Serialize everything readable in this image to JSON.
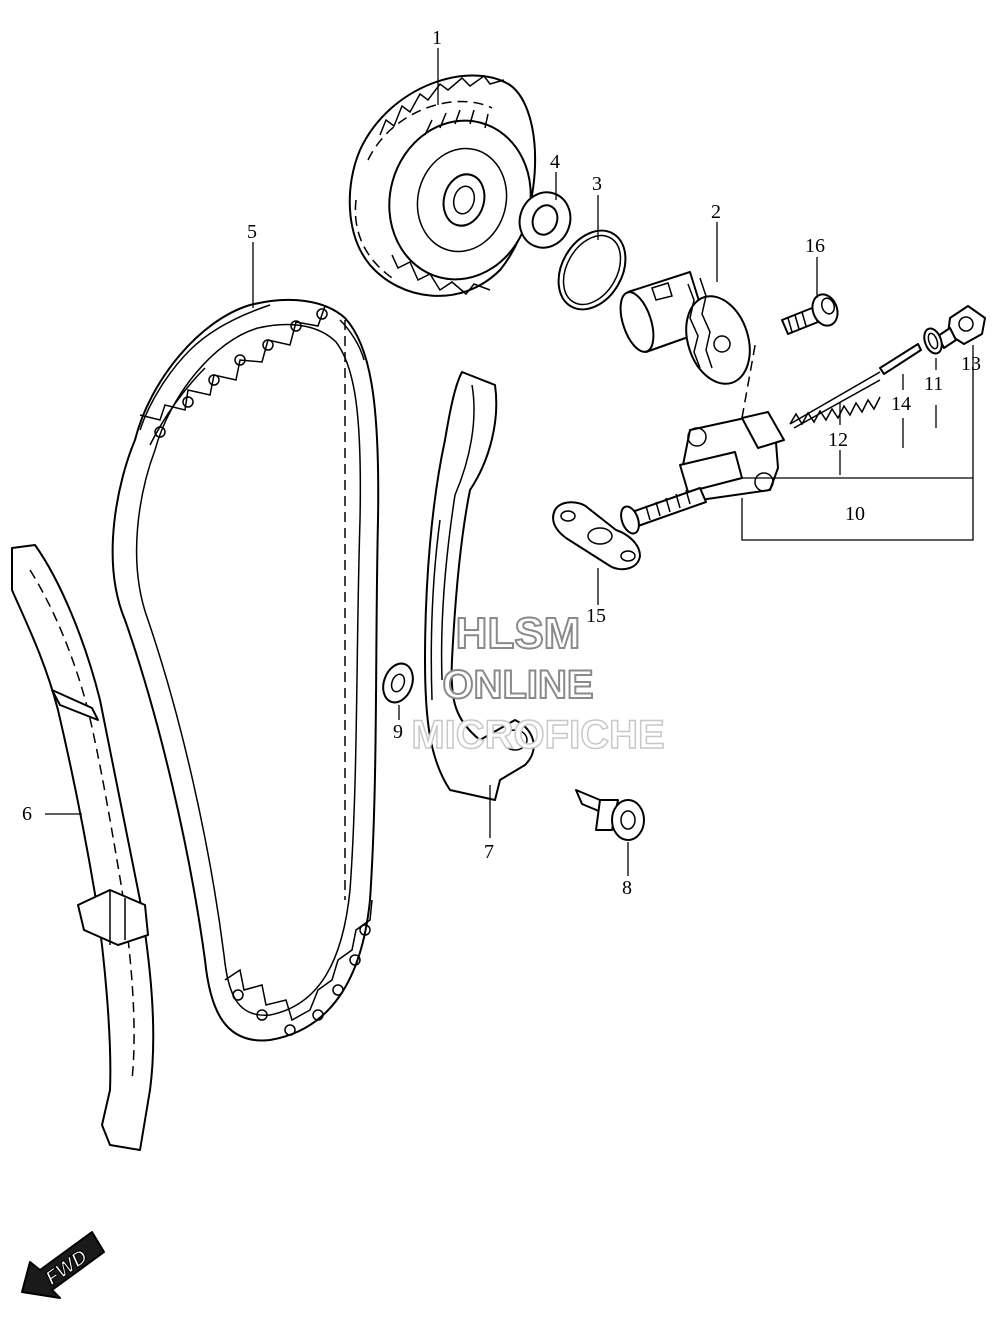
{
  "diagram": {
    "callouts": [
      {
        "id": "1",
        "label": "1"
      },
      {
        "id": "2",
        "label": "2"
      },
      {
        "id": "3",
        "label": "3"
      },
      {
        "id": "4",
        "label": "4"
      },
      {
        "id": "5",
        "label": "5"
      },
      {
        "id": "6",
        "label": "6"
      },
      {
        "id": "7",
        "label": "7"
      },
      {
        "id": "8",
        "label": "8"
      },
      {
        "id": "9",
        "label": "9"
      },
      {
        "id": "10",
        "label": "10"
      },
      {
        "id": "11",
        "label": "11"
      },
      {
        "id": "12",
        "label": "12"
      },
      {
        "id": "13",
        "label": "13"
      },
      {
        "id": "14",
        "label": "14"
      },
      {
        "id": "15",
        "label": "15"
      },
      {
        "id": "16",
        "label": "16"
      }
    ],
    "watermark": {
      "line1": "HLSM",
      "line2": "ONLINE",
      "line3": "MICROFICHE"
    },
    "direction_badge": "FWD"
  }
}
